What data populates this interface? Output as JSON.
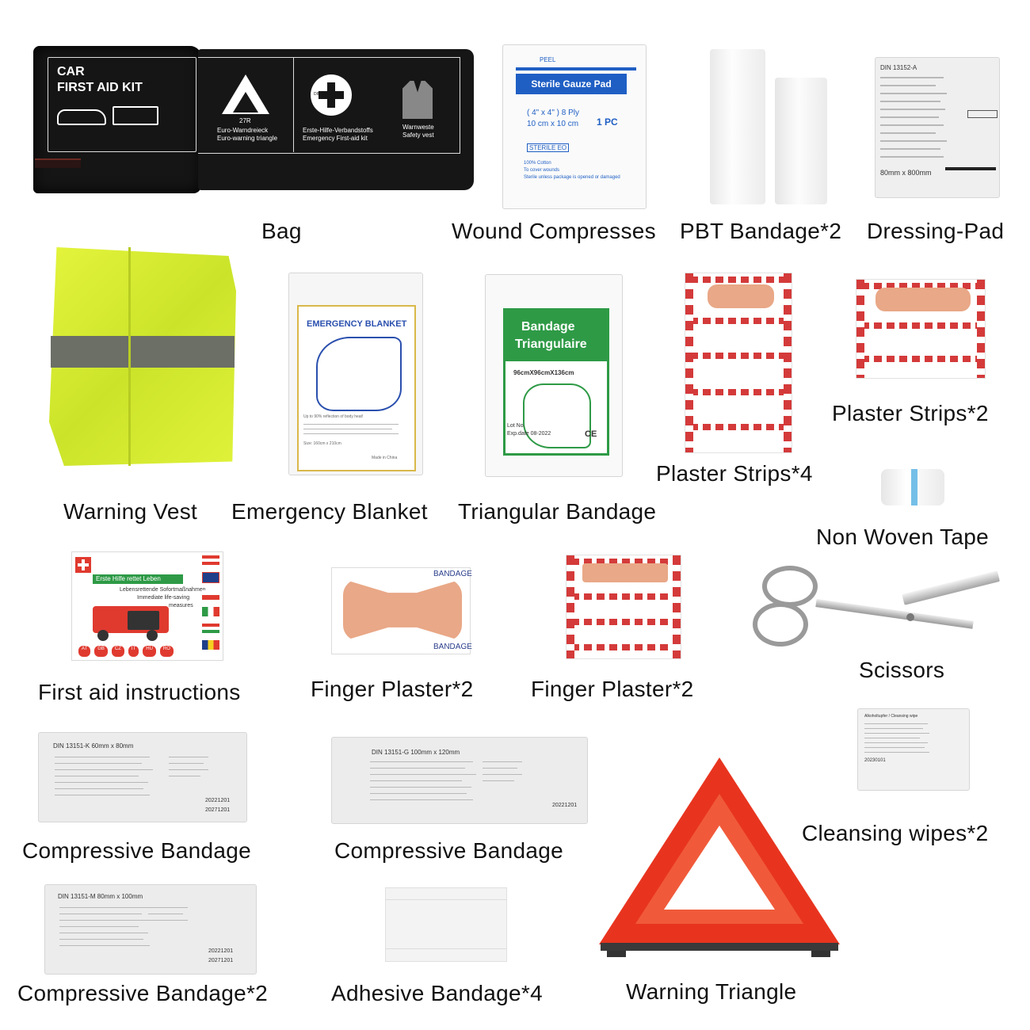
{
  "labels": {
    "bag": "Bag",
    "wound_compresses": "Wound Compresses",
    "pbt_bandage": "PBT Bandage*2",
    "dressing_pad": "Dressing-Pad",
    "warning_vest": "Warning Vest",
    "emergency_blanket": "Emergency Blanket",
    "triangular_bandage": "Triangular Bandage",
    "plaster_strips_4": "Plaster Strips*4",
    "plaster_strips_2": "Plaster Strips*2",
    "non_woven_tape": "Non Woven Tape",
    "first_aid_instructions": "First aid instructions",
    "finger_plaster_a": "Finger Plaster*2",
    "finger_plaster_b": "Finger Plaster*2",
    "scissors": "Scissors",
    "compressive_bandage_a": "Compressive Bandage",
    "compressive_bandage_b": "Compressive Bandage",
    "cleansing_wipes": "Cleansing wipes*2",
    "compressive_bandage_2": "Compressive Bandage*2",
    "adhesive_bandage": "Adhesive Bandage*4",
    "warning_triangle": "Warning Triangle"
  },
  "bag": {
    "title_line1": "CAR",
    "title_line2": "FIRST AID KIT",
    "triangle_code": "27R",
    "triangle_text1": "Euro-Warndreieck",
    "triangle_text2": "Euro-warning triangle",
    "cross_code": "DIN 13164-2014",
    "kit_text1": "Erste-Hilfe-Verbandstoffs",
    "kit_text2": "Emergency First-aid kit",
    "vest_text1": "Warnweste",
    "vest_text2": "Safety vest"
  },
  "gauze": {
    "peel": "PEEL",
    "title": "Sterile Gauze Pad",
    "size1": "( 4\" x 4\" ) 8 Ply",
    "size2": "10 cm x 10 cm",
    "count": "1 PC",
    "sterile": "STERILE EO",
    "bullet1": "100% Cotton",
    "bullet2": "To cover wounds",
    "bullet3": "Sterile unless package is opened or damaged"
  },
  "dressing_pad_pkg": {
    "din": "DIN 13152-A",
    "size": "80mm x 800mm"
  },
  "blanket": {
    "title": "EMERGENCY BLANKET",
    "note": "Up to 90% reflection of body heat!",
    "size": "Size: 160cm x 210cm",
    "origin": "Made in China"
  },
  "tri_bandage": {
    "title1": "Bandage",
    "title2": "Triangulaire",
    "size": "96cmX96cmX136cm",
    "lot": "Lot No.",
    "date": "Exp.date 08-2022",
    "ce": "CE"
  },
  "instructions": {
    "banner": "Erste Hilfe rettet Leben",
    "line1": "Lebensrettende Sofortmaßnahmen",
    "line2": "Immediate life-saving",
    "line3": "measures",
    "countries": [
      "AT",
      "GB",
      "CZ",
      "IT",
      "HU",
      "RO"
    ]
  },
  "finger": {
    "brand": "BANDAGE"
  },
  "wipes": {
    "head": "Alkoholtupfer / Cleansing wipe",
    "date": "20230101"
  },
  "compress_a": {
    "din": "DIN 13151-K 60mm x 80mm",
    "lot1": "20221201",
    "lot2": "20271201"
  },
  "compress_b": {
    "din": "DIN 13151-G 100mm x 120mm",
    "lot1": "20221201"
  },
  "compress_c": {
    "din": "DIN 13151-M 80mm x 100mm",
    "lot1": "20221201",
    "lot2": "20271201"
  },
  "colors": {
    "bag": "#151515",
    "vest": "#d8ef2e",
    "reflective": "#6b6f66",
    "triangle": "#e8341f",
    "plaster": "#e9a887",
    "gauze_blue": "#1f5fc4",
    "green_label": "#2e9a46"
  }
}
